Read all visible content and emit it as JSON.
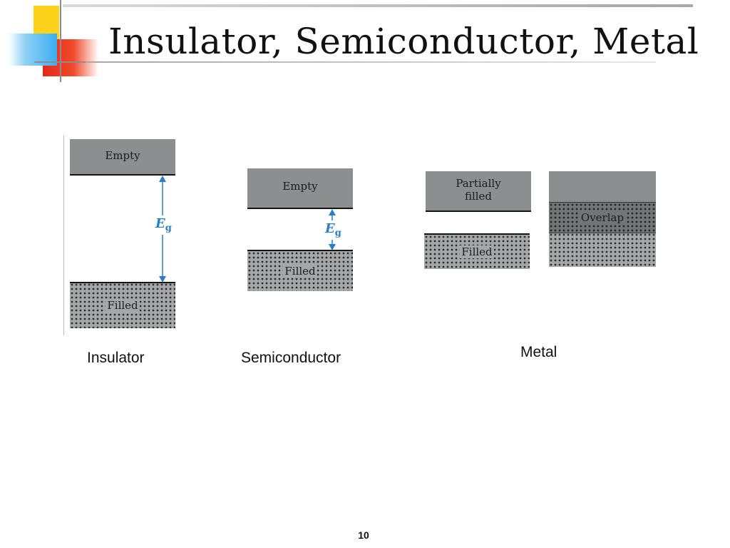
{
  "slide": {
    "title": "Insulator, Semiconductor, Metal",
    "page_number": "10"
  },
  "diagram": {
    "insulator": {
      "caption": "Insulator",
      "upper_band": "Empty",
      "lower_band": "Filled",
      "gap_symbol": "E",
      "gap_subscript": "g"
    },
    "semiconductor": {
      "caption": "Semiconductor",
      "upper_band": "Empty",
      "lower_band": "Filled",
      "gap_symbol": "E",
      "gap_subscript": "g"
    },
    "metal": {
      "caption": "Metal",
      "partial": {
        "upper_band": "Partially filled",
        "lower_band": "Filled"
      },
      "overlap": {
        "overlap_band": "Overlap"
      }
    }
  },
  "colors": {
    "arrow": "#2a7fc4",
    "empty_band": "#8d8e90",
    "filled_band": "#a6a7a9",
    "overlap_band": "#737476"
  }
}
